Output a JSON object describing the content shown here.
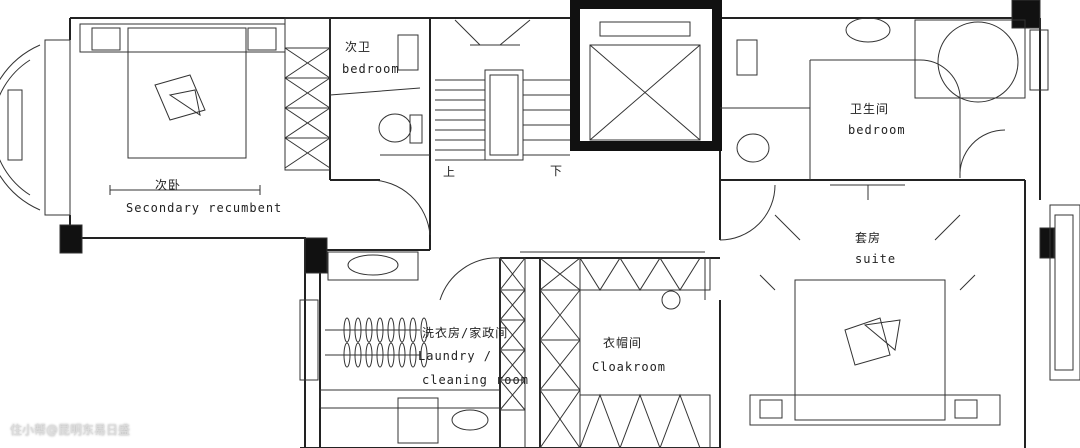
{
  "rooms": {
    "secondary_bath": {
      "cn": "次卫",
      "en": "bedroom"
    },
    "stairs": {
      "up": "上",
      "down": "下"
    },
    "master_bath": {
      "cn": "卫生间",
      "en": "bedroom"
    },
    "secondary_bedroom": {
      "cn": "次卧",
      "en": "Secondary recumbent"
    },
    "suite": {
      "cn": "套房",
      "en": "suite"
    },
    "laundry": {
      "cn": "洗衣房/家政间",
      "en1": "Laundry /",
      "en2": "cleaning room"
    },
    "cloakroom": {
      "cn": "衣帽间",
      "en": "Cloakroom"
    }
  },
  "watermark": "住小帮@昆明东易日盛",
  "colors": {
    "wall": "#111111",
    "line": "#333333",
    "background": "#ffffff"
  }
}
